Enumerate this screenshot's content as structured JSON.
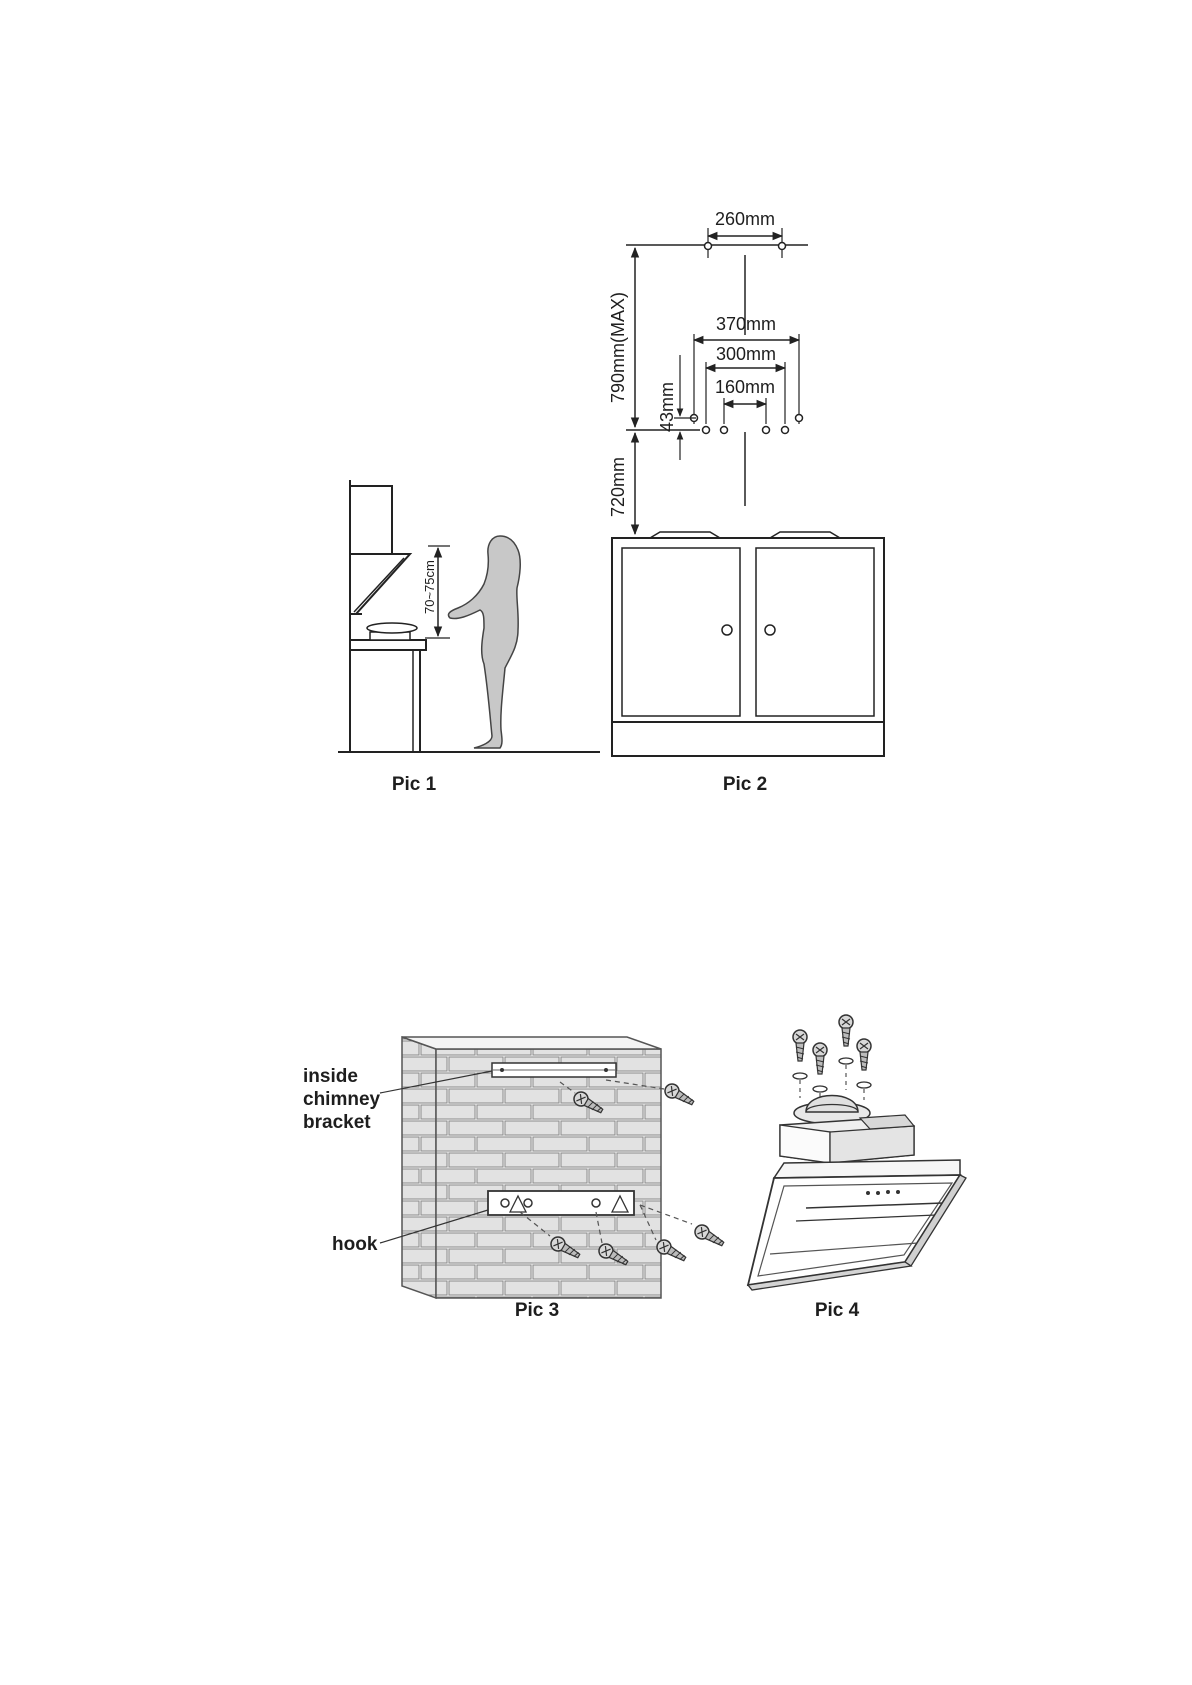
{
  "pic1": {
    "caption": "Pic 1",
    "height_label": "70~75cm"
  },
  "pic2": {
    "caption": "Pic 2",
    "dim_260": "260mm",
    "dim_370": "370mm",
    "dim_300": "300mm",
    "dim_160": "160mm",
    "dim_790": "790mm(MAX)",
    "dim_43": "43mm",
    "dim_720": "720mm"
  },
  "pic3": {
    "caption": "Pic 3",
    "label_bracket": [
      "inside",
      "chimney",
      "bracket"
    ],
    "label_hook": "hook"
  },
  "pic4": {
    "caption": "Pic 4"
  }
}
